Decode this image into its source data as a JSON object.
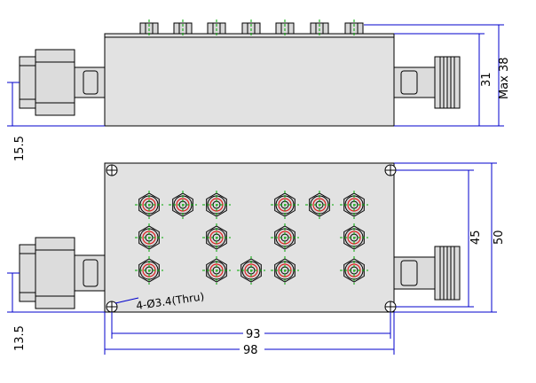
{
  "dimensions": {
    "side_max_height": "Max 38",
    "side_body_height": "31",
    "side_conn_offset": "15.5",
    "top_inner_height": "45",
    "top_outer_height": "50",
    "top_conn_offset": "13.5",
    "hole_spacing": "93",
    "overall_length": "98",
    "mounting_holes": "4-Ø3.4(Thru)"
  },
  "tuning_screws_side": 7,
  "tuning_grid": [
    [
      true,
      true,
      true,
      false,
      true,
      true,
      true
    ],
    [
      true,
      false,
      true,
      false,
      true,
      false,
      true
    ],
    [
      true,
      false,
      true,
      true,
      true,
      false,
      true
    ]
  ],
  "colors": {
    "dimension": "#0000cc",
    "centerline": "#00aa00",
    "tuning_ring": "#dd2222",
    "body_fill": "#e2e2e2"
  }
}
